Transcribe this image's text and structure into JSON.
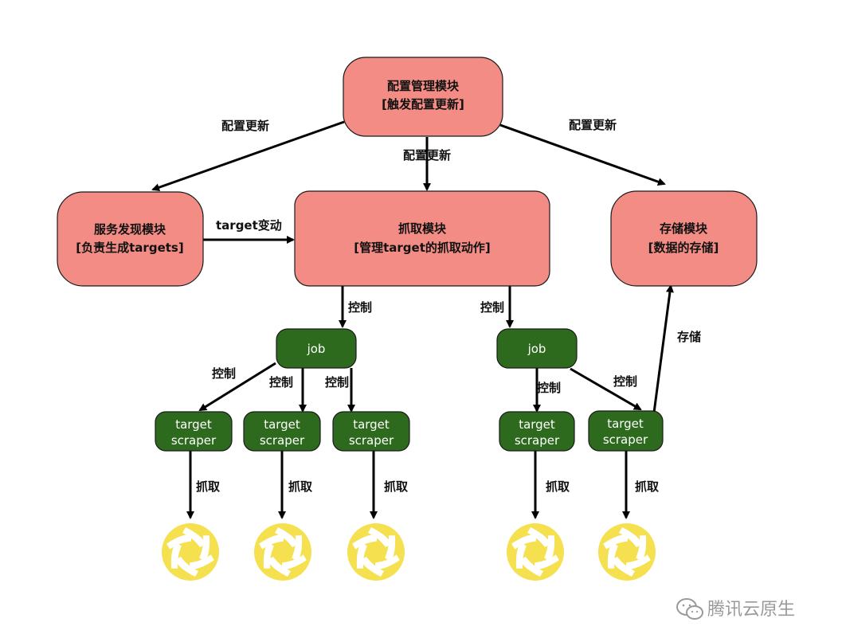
{
  "nodes": {
    "config": {
      "title": "配置管理模块",
      "subtitle": "[触发配置更新]"
    },
    "discovery": {
      "title": "服务发现模块",
      "subtitle": "[负责生成targets]"
    },
    "scrape": {
      "title": "抓取模块",
      "subtitle": "[管理target的抓取动作]"
    },
    "storage": {
      "title": "存储模块",
      "subtitle": "[数据的存储]"
    },
    "job_left": {
      "label": "job"
    },
    "job_right": {
      "label": "job"
    },
    "scrapers": [
      {
        "line1": "target",
        "line2": "scraper"
      },
      {
        "line1": "target",
        "line2": "scraper"
      },
      {
        "line1": "target",
        "line2": "scraper"
      },
      {
        "line1": "target",
        "line2": "scraper"
      },
      {
        "line1": "target",
        "line2": "scraper"
      }
    ]
  },
  "edge_labels": {
    "config_to_discovery": "配置更新",
    "config_to_scrape": "配置更新",
    "config_to_storage": "配置更新",
    "discovery_to_scrape": "target变动",
    "scrape_to_job_left": "控制",
    "scrape_to_job_right": "控制",
    "job_left_to_scraper1": "控制",
    "job_left_to_scraper2": "控制",
    "job_left_to_scraper3": "控制",
    "job_right_to_scraper4": "控制",
    "job_right_to_scraper5": "控制",
    "scraper5_to_storage": "存储",
    "scraper_to_target": "抓取"
  },
  "watermark": {
    "text": "腾讯云原生",
    "icon": "wechat-icon"
  },
  "colors": {
    "module_fill": "#f28c84",
    "module_stroke": "#1a1a1a",
    "job_fill": "#2d6a1e",
    "target_fill": "#f5e050",
    "arrow": "#000000",
    "watermark": "#9a9a9a"
  }
}
